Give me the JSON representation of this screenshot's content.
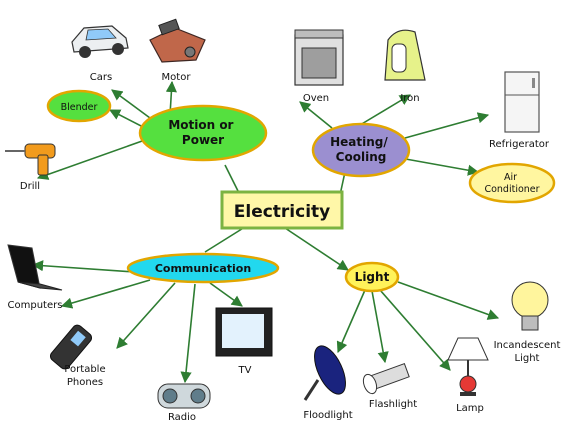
{
  "center": {
    "title": "Electricity"
  },
  "categories": {
    "motion": "Motion or Power",
    "heating": "Heating/ Cooling",
    "communication": "Communication",
    "light": "Light",
    "blender": "Blender",
    "air_conditioner": "Air Conditioner"
  },
  "items": {
    "cars": "Cars",
    "motor": "Motor",
    "drill": "Drill",
    "oven": "Oven",
    "iron": "Iron",
    "refrigerator": "Refrigerator",
    "computers": "Computers",
    "portable_phones": "Portable Phones",
    "radio": "Radio",
    "tv": "TV",
    "floodlight": "Floodlight",
    "flashlight": "Flashlight",
    "lamp": "Lamp",
    "incandescent_light": "Incandescent Light"
  },
  "colors": {
    "connector": "#2e7d32",
    "center_fill": "#fff7a8",
    "center_stroke": "#7cb342",
    "motion_fill": "#55e03f",
    "heating_fill": "#9b8fd0",
    "communication_fill": "#22d8ee",
    "light_fill": "#fff35a",
    "air_conditioner_fill": "#fff6a0",
    "node_stroke": "#e2a600"
  }
}
